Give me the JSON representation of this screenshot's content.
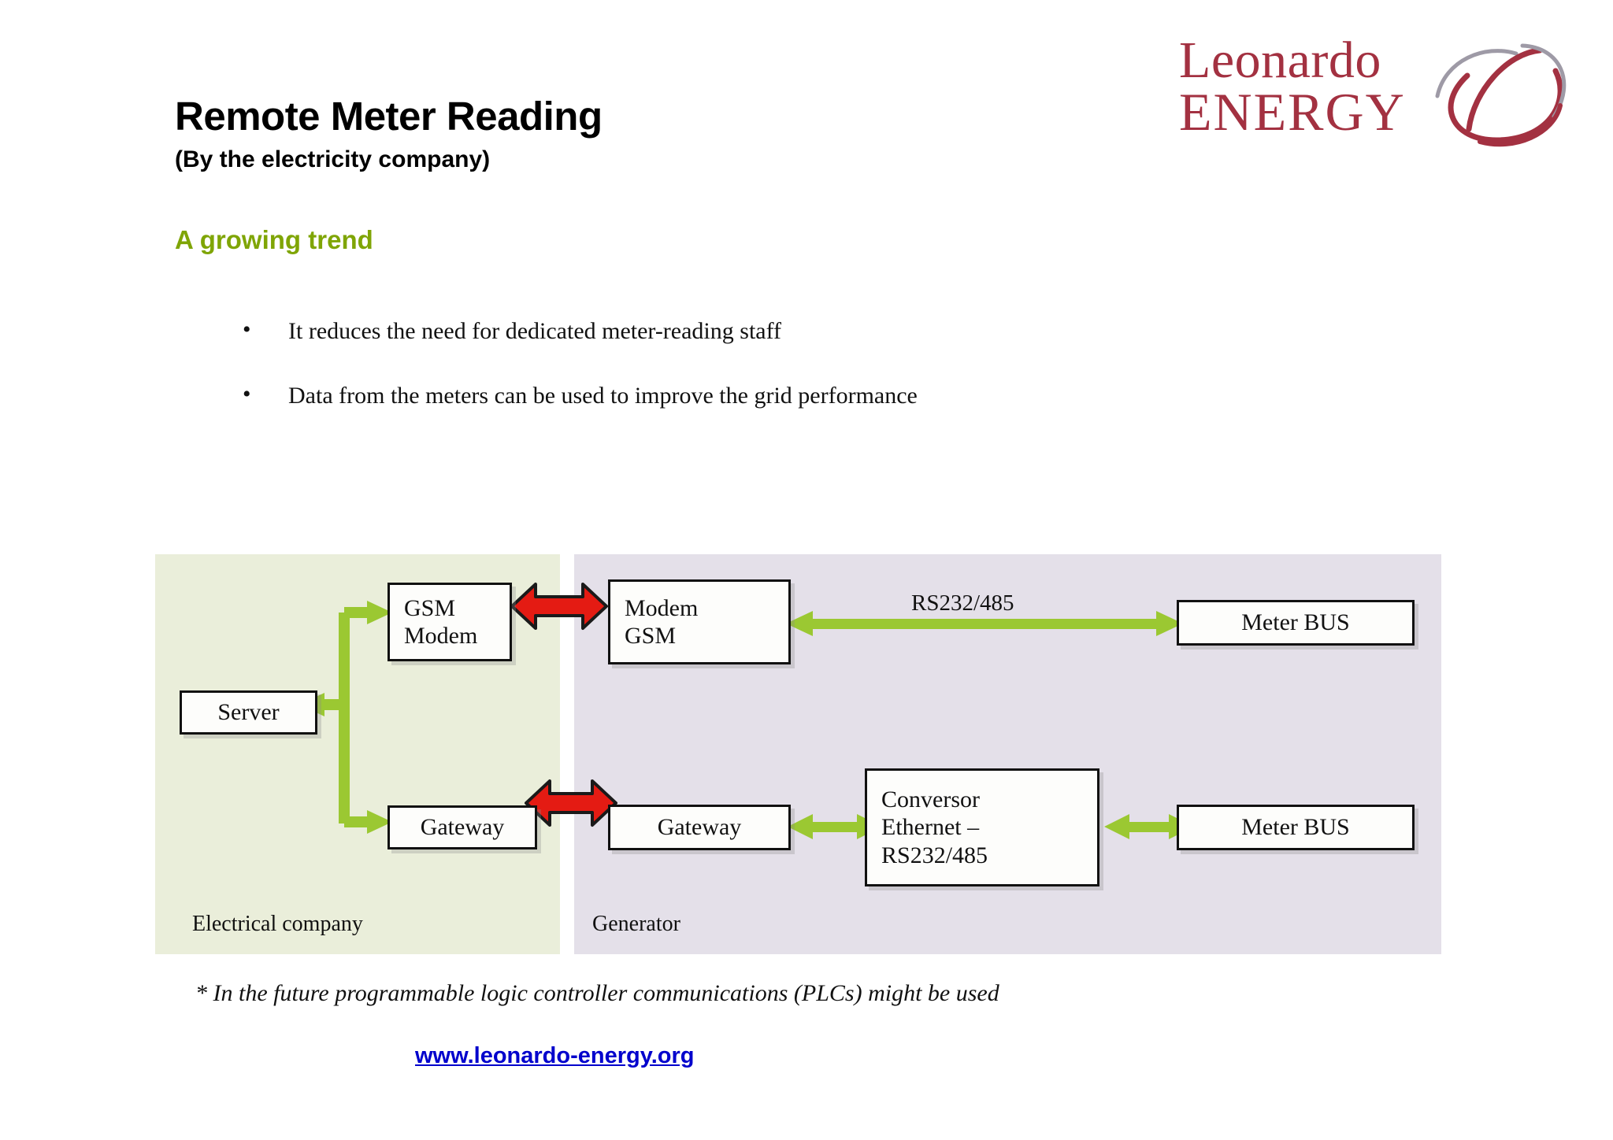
{
  "header": {
    "title": "Remote Meter Reading",
    "subtitle": "(By the electricity company)",
    "section_heading": "A growing trend",
    "heading_color": "#7FA506"
  },
  "logo": {
    "line1": "Leonardo",
    "line2": "ENERGY",
    "color": "#A33141",
    "mark_name": "atom-swirl-logo-mark"
  },
  "bullets": [
    {
      "marker": "•",
      "text": "It reduces the need for dedicated meter-reading staff"
    },
    {
      "marker": "•",
      "text": "Data from the meters can be used to improve the grid performance"
    }
  ],
  "diagram": {
    "regions": [
      {
        "id": "electrical-company",
        "label": "Electrical company",
        "color": "#EAEEDA"
      },
      {
        "id": "generator",
        "label": "Generator",
        "color": "#E4E0E9"
      }
    ],
    "nodes": [
      {
        "id": "gsm-modem",
        "label": "GSM\nModem"
      },
      {
        "id": "server",
        "label": "Server"
      },
      {
        "id": "gateway-left",
        "label": "Gateway"
      },
      {
        "id": "modem-gsm",
        "label": "Modem\nGSM"
      },
      {
        "id": "gateway-right",
        "label": "Gateway"
      },
      {
        "id": "conversor",
        "label": "Conversor\nEthernet –\nRS232/485"
      },
      {
        "id": "meter-bus-top",
        "label": "Meter BUS"
      },
      {
        "id": "meter-bus-bottom",
        "label": "Meter BUS"
      }
    ],
    "edge_labels": [
      {
        "id": "rs232-485-top",
        "text": "RS232/485"
      }
    ],
    "arrow_colors": {
      "green": "#9BC832",
      "red": "#E41B13",
      "outline": "#1A1A1A"
    }
  },
  "footer": {
    "footnote": "* In the future programmable logic controller communications (PLCs) might be used",
    "link": "www.leonardo-energy.org",
    "link_color": "#0000CC"
  }
}
